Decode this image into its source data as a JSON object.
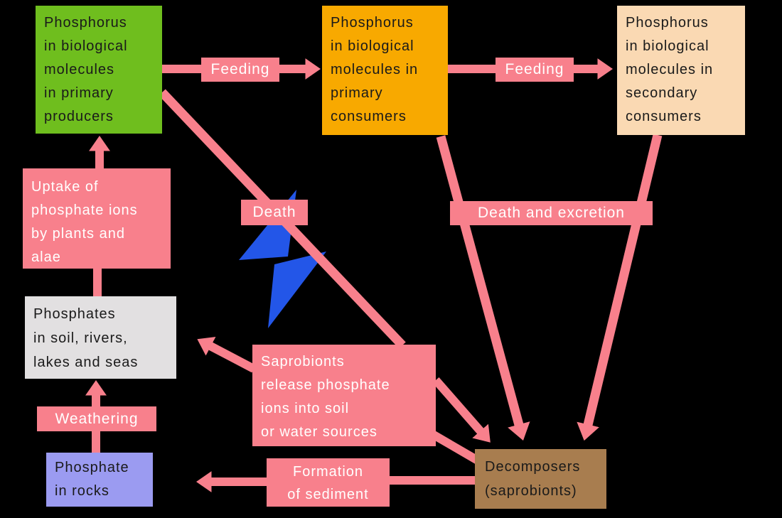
{
  "colors": {
    "bg": "#000000",
    "pink": "#F8808C",
    "green": "#6FBE1E",
    "orange": "#F8A900",
    "peach": "#FAD9B3",
    "gray": "#E2E0E1",
    "purple": "#9B9BF1",
    "brown": "#A87D4F",
    "blue": "#2356E8",
    "ink": "#1A1A1A",
    "white": "#FFFFFF"
  },
  "boxes": {
    "producers": {
      "lines": [
        "Phosphorus",
        "in biological",
        "molecules",
        "in primary",
        "producers"
      ]
    },
    "primary_consumers": {
      "lines": [
        "Phosphorus",
        "in biological",
        "molecules in",
        "primary",
        "consumers"
      ]
    },
    "secondary_consumers": {
      "lines": [
        "Phosphorus",
        "in biological",
        "molecules in",
        "secondary",
        "consumers"
      ]
    },
    "uptake": {
      "lines": [
        "Uptake of",
        "phosphate ions",
        "by plants and",
        "alae"
      ]
    },
    "soil": {
      "lines": [
        "Phosphates",
        "in soil, rivers,",
        "lakes and seas"
      ]
    },
    "rocks": {
      "lines": [
        "Phosphate",
        "in rocks"
      ]
    },
    "saprobionts": {
      "lines": [
        "Saprobionts",
        "release phosphate",
        "ions into soil",
        "or water sources"
      ]
    },
    "formation": {
      "lines": [
        "Formation",
        "of sediment"
      ]
    },
    "decomposers": {
      "lines": [
        "Decomposers",
        "(saprobionts)"
      ]
    }
  },
  "labels": {
    "feeding_1": "Feeding",
    "feeding_2": "Feeding",
    "death": "Death",
    "death_and_excretion": "Death and excretion",
    "weathering": "Weathering"
  }
}
